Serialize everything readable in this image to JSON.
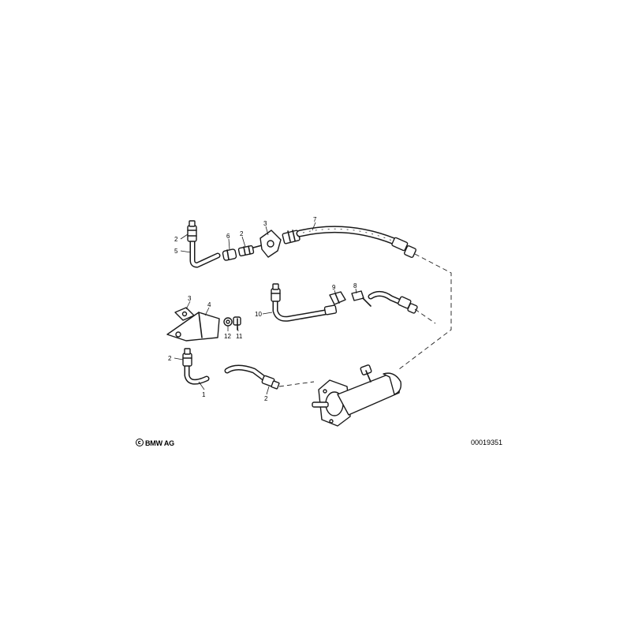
{
  "diagram": {
    "callouts": {
      "c1": "1",
      "c2a": "2",
      "c2b": "2",
      "c2c": "2",
      "c2d": "2",
      "c3a": "3",
      "c3b": "3",
      "c4": "4",
      "c5": "5",
      "c6": "6",
      "c7": "7",
      "c8": "8",
      "c9": "9",
      "c10": "10",
      "c11": "11",
      "c12": "12"
    }
  },
  "footer": {
    "copyright": "BMW AG",
    "image_code": "00019351"
  }
}
